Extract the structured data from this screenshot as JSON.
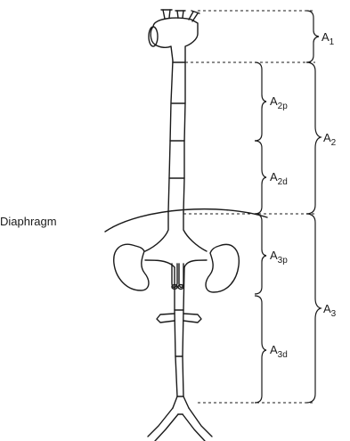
{
  "labels": {
    "diaphragm": "Diaphragm",
    "a1": {
      "main": "A",
      "sub": "1"
    },
    "a2": {
      "main": "A",
      "sub": "2"
    },
    "a2p": {
      "main": "A",
      "sub": "2p"
    },
    "a2d": {
      "main": "A",
      "sub": "2d"
    },
    "a3": {
      "main": "A",
      "sub": "3"
    },
    "a3p": {
      "main": "A",
      "sub": "3p"
    },
    "a3d": {
      "main": "A",
      "sub": "3d"
    }
  }
}
